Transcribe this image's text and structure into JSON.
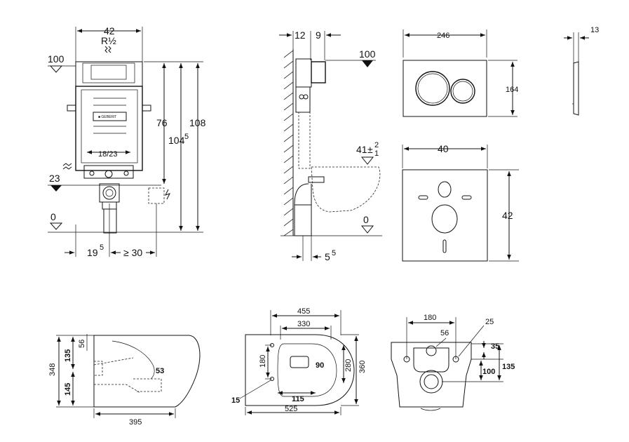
{
  "frame_drawing": {
    "dim_width": "42",
    "dim_connection": "R½",
    "level_top": "100",
    "dim_76": "76",
    "dim_104": "104",
    "dim_104_sup": "5",
    "dim_108": "108",
    "dim_18_23": "18/23",
    "level_23": "23",
    "level_0": "0",
    "dim_19": "19",
    "dim_19_sup": "5",
    "dim_ge30": "≥ 30"
  },
  "side_drawing": {
    "dim_12": "12",
    "dim_9": "9",
    "level_top": "100",
    "level_41": "41",
    "level_41_tol_plus": "±",
    "level_41_sup": "2",
    "level_41_sub": "1",
    "level_0": "0",
    "dim_5": "5",
    "dim_5_sup": "5"
  },
  "flush_plate": {
    "dim_width": "246",
    "dim_height": "164",
    "dim_depth": "13"
  },
  "sound_pad": {
    "dim_width": "40",
    "dim_height": "42"
  },
  "wc_side": {
    "dim_348": "348",
    "dim_135": "135",
    "dim_145": "145",
    "dim_56": "56",
    "dim_53": "53",
    "dim_395": "395"
  },
  "wc_top": {
    "dim_455": "455",
    "dim_330": "330",
    "dim_180": "180",
    "dim_90": "90",
    "dim_280": "280",
    "dim_360": "360",
    "dim_115": "115",
    "dim_15": "15",
    "dim_525": "525"
  },
  "wc_back": {
    "dim_180": "180",
    "dim_56": "56",
    "dim_25": "25",
    "dim_35": "35",
    "dim_100": "100",
    "dim_135": "135"
  }
}
